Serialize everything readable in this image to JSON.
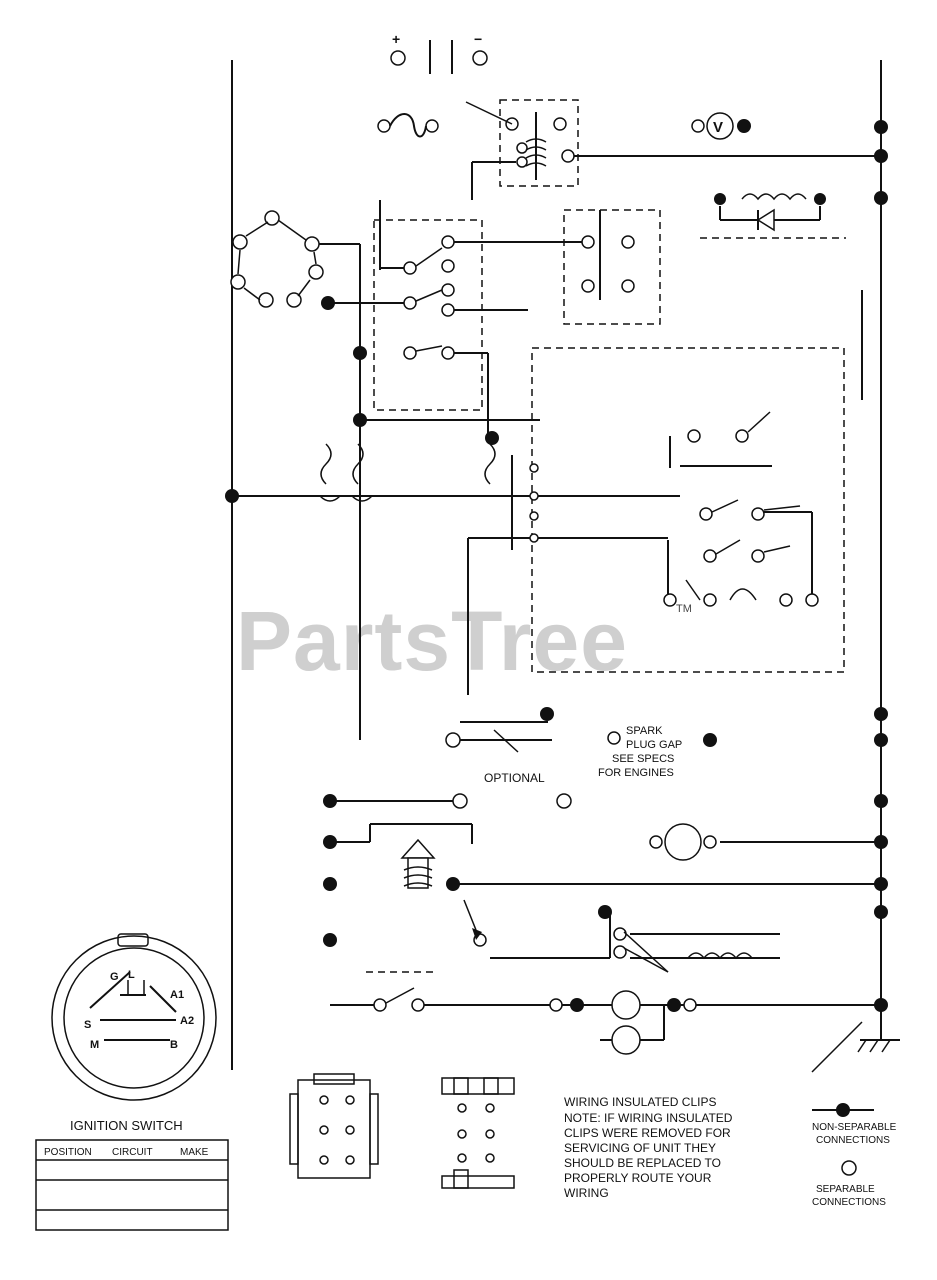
{
  "battery": {
    "plus": "+",
    "minus": "−"
  },
  "voltmeter": {
    "symbol": "V"
  },
  "watermark": {
    "brand": "PartsTree",
    "tm": "TM"
  },
  "labels": {
    "optional": "OPTIONAL",
    "spark_note": [
      "SPARK",
      "PLUG GAP",
      "SEE SPECS",
      "FOR ENGINES"
    ],
    "ignition_switch": "IGNITION SWITCH",
    "ign_letters": {
      "g": "G",
      "l": "L",
      "a1": "A1",
      "a2": "A2",
      "s": "S",
      "m": "M",
      "b": "B"
    },
    "ign_table_header": {
      "position": "POSITION",
      "circuit": "CIRCUIT",
      "make": "MAKE"
    },
    "wiring_clips": {
      "title": "WIRING INSULATED CLIPS",
      "lines": [
        "NOTE: IF WIRING INSULATED",
        "CLIPS WERE REMOVED FOR",
        "SERVICING OF UNIT THEY",
        "SHOULD BE REPLACED TO",
        "PROPERLY ROUTE YOUR",
        "WIRING"
      ]
    },
    "legend": {
      "non_sep": [
        "NON-SEPARABLE",
        "CONNECTIONS"
      ],
      "sep": [
        "SEPARABLE",
        "CONNECTIONS"
      ]
    }
  }
}
